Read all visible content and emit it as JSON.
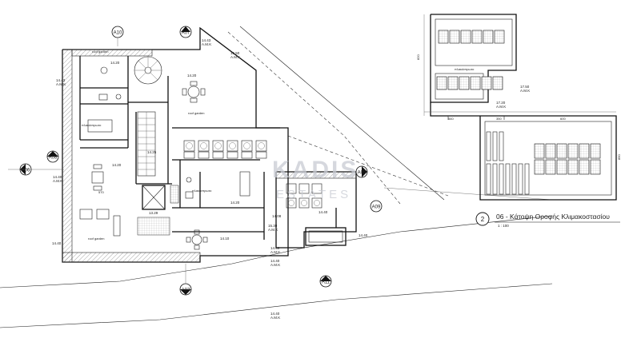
{
  "sheet": {
    "drawing_number": "2",
    "drawing_title": "06 - Κάτοψη Οροφής Κλιμακοστασίου",
    "scale": "1 : 100"
  },
  "watermark": {
    "line1": "KADIS",
    "line2": "ESTATES"
  },
  "section_markers": [
    {
      "id": "A10",
      "label": "A10"
    },
    {
      "id": "A07-top",
      "label": "A07"
    },
    {
      "id": "A08",
      "label": "A08"
    },
    {
      "id": "A06",
      "label": "A06"
    },
    {
      "id": "A05",
      "label": "A05"
    },
    {
      "id": "A09",
      "label": "A09"
    },
    {
      "id": "A11",
      "label": "A11"
    },
    {
      "id": "A07-bottom",
      "label": "A07"
    }
  ],
  "level_marks": [
    {
      "id": "lv-1",
      "value": "14.43",
      "sub": "Α.Μ.Κ"
    },
    {
      "id": "lv-2",
      "value": "14.20",
      "sub": ""
    },
    {
      "id": "lv-3",
      "value": "14.43",
      "sub": "Α.Μ.Κ"
    },
    {
      "id": "lv-4",
      "value": "14.40",
      "sub": "Α.Μ.Κ"
    },
    {
      "id": "lv-5",
      "value": "15.50",
      "sub": "Α.Μ.Κ"
    },
    {
      "id": "lv-6",
      "value": "14.20",
      "sub": ""
    },
    {
      "id": "lv-7",
      "value": "14.25",
      "sub": ""
    },
    {
      "id": "lv-8",
      "value": "14.20",
      "sub": ""
    },
    {
      "id": "lv-9",
      "value": "13.29",
      "sub": ""
    },
    {
      "id": "lv-10",
      "value": "14.20",
      "sub": ""
    },
    {
      "id": "lv-11",
      "value": "14.10",
      "sub": ""
    },
    {
      "id": "lv-12",
      "value": "14.40",
      "sub": "Α.Μ.Κ"
    },
    {
      "id": "lv-13",
      "value": "14.40",
      "sub": ""
    },
    {
      "id": "lv-14",
      "value": "14.40",
      "sub": ""
    },
    {
      "id": "lv-15",
      "value": "15.30",
      "sub": "Α.Μ.Κ"
    },
    {
      "id": "lv-16",
      "value": "14.40",
      "sub": "Α.Μ.Κ"
    },
    {
      "id": "lv-17",
      "value": "14.40",
      "sub": "Α.Μ.Κ"
    },
    {
      "id": "lv-18",
      "value": "14.08",
      "sub": ""
    },
    {
      "id": "lv-19",
      "value": "14.40",
      "sub": ""
    },
    {
      "id": "lv-20",
      "value": "17.50",
      "sub": "Α.Μ.Κ"
    },
    {
      "id": "lv-21",
      "value": "17.20",
      "sub": "Α.Μ.Κ"
    }
  ],
  "room_labels": [
    {
      "id": "rl-1",
      "text": "roof garden"
    },
    {
      "id": "rl-2",
      "text": "roof garden"
    },
    {
      "id": "rl-3",
      "text": "roof garden"
    },
    {
      "id": "rl-4",
      "text": "πλακόστρωτο"
    },
    {
      "id": "rl-5",
      "text": "πλακόστρωτο"
    },
    {
      "id": "rl-6",
      "text": "πλακόστρωτο"
    }
  ],
  "dimensions": [
    {
      "id": "dim-1",
      "text": "820"
    },
    {
      "id": "dim-2",
      "text": "540"
    },
    {
      "id": "dim-3",
      "text": "350"
    },
    {
      "id": "dim-4",
      "text": "600"
    },
    {
      "id": "dim-5",
      "text": "890"
    },
    {
      "id": "dim-6",
      "text": "570"
    }
  ]
}
